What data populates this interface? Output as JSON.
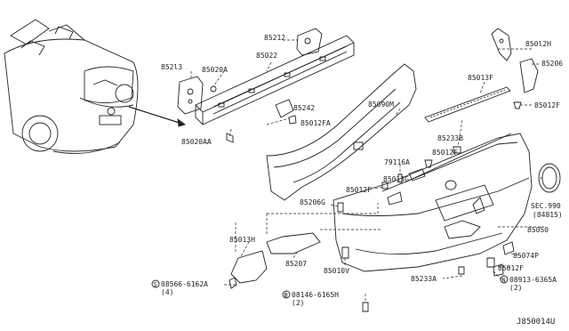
{
  "diagram": {
    "labels": {
      "p85212": "85212",
      "p85022": "85022",
      "p85213": "852l3",
      "p85020A": "85020A",
      "p85242": "85242",
      "p85012FA": "85012FA",
      "p85020AA": "85020AA",
      "p85090M": "85090M",
      "p85012H": "850l2H",
      "p85206": "85206",
      "p85013F": "85013F",
      "p85012F_top": "85012F",
      "p85233B": "85233B",
      "p79116A": "79116A",
      "p85012F_mid": "85012F",
      "p85013G": "85013G",
      "p85012F_left": "85012F",
      "p85206G": "85206G",
      "p85013H": "85013H",
      "p85207": "85207",
      "p85010V": "85010V",
      "p85050": "85050",
      "p85074P": "85074P",
      "p85012F_bot": "85012F",
      "p85233A": "85233A",
      "sec990_a": "SEC.990",
      "sec990_b": "(84815)",
      "bolt_s": "08566-6162A",
      "bolt_s_qty": "(4)",
      "bolt_b": "08146-6165H",
      "bolt_b_qty": "(2)",
      "nut_n": "08913-6365A",
      "nut_n_qty": "(2)"
    },
    "diagram_code": "J850014U"
  }
}
